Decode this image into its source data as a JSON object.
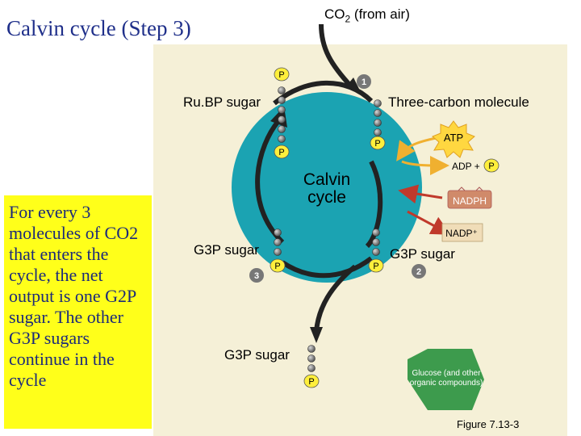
{
  "title": "Calvin cycle (Step 3)",
  "co2": {
    "prefix": "CO",
    "sub": "2",
    "suffix": " (from air)"
  },
  "note": "For every 3 molecules of CO2 that enters the cycle, the net output is one G2P sugar. The other G3P sugars continue in the cycle",
  "labels": {
    "rubp": "Ru.BP sugar",
    "three_carbon": "Three-carbon molecule",
    "calvin_line1": "Calvin",
    "calvin_line2": "cycle",
    "atp": "ATP",
    "adp": "ADP +",
    "nadph": "NADPH",
    "nadp": "NADP⁺",
    "g3p_left": "G3P sugar",
    "g3p_right": "G3P sugar",
    "g3p_bottom": "G3P sugar",
    "glucose": "Glucose (and other organic compounds)",
    "p": "P",
    "step1": "1",
    "step2": "2",
    "step3": "3",
    "figure": "Figure 7.13-3"
  },
  "colors": {
    "cycle": "#1ba3b2",
    "phosphate": "#ffef3c",
    "glucose": "#3d9b4d",
    "note_bg": "#ffff1a",
    "title": "#1f2f8a",
    "panel": "#f5f0d7"
  }
}
